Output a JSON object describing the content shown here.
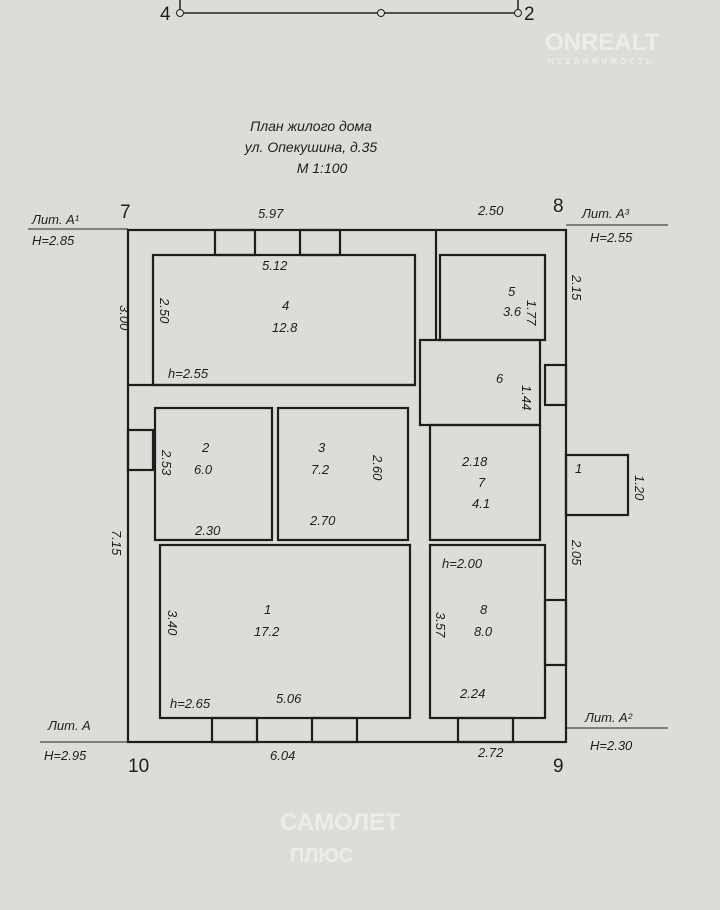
{
  "title": {
    "line1": "План жилого дома",
    "line2": "ул. Опекушина, д.35",
    "scale": "М 1:100"
  },
  "site_points": {
    "left": "4",
    "right": "2"
  },
  "corners": {
    "tl": "7",
    "tr": "8",
    "bl": "10",
    "br": "9"
  },
  "liter_labels": {
    "tl": {
      "name": "Лит. А¹",
      "height": "Н=2.85"
    },
    "tr": {
      "name": "Лит. А³",
      "height": "Н=2.55"
    },
    "bl": {
      "name": "Лит. А",
      "height": "Н=2.95"
    },
    "br": {
      "name": "Лит. А²",
      "height": "Н=2.30"
    }
  },
  "rooms": [
    {
      "num": "4",
      "area": "12.8"
    },
    {
      "num": "5",
      "area": "3.6"
    },
    {
      "num": "6",
      "area": ""
    },
    {
      "num": "2",
      "area": "6.0"
    },
    {
      "num": "3",
      "area": "7.2"
    },
    {
      "num": "7",
      "area": "4.1"
    },
    {
      "num": "1",
      "area": "17.2"
    },
    {
      "num": "8",
      "area": "8.0"
    }
  ],
  "dimensions": {
    "top_left": "5.97",
    "top_right": "2.50",
    "room4_w": "5.12",
    "left_outer_top": "3.00",
    "room4_h": "2.50",
    "room5_h": "1.77",
    "right_outer_top": "2.15",
    "h4": "h=2.55",
    "room2_h": "2.53",
    "room2_w": "2.30",
    "room3_w": "2.70",
    "room3_h": "2.60",
    "room7_w": "2.18",
    "room6_h": "1.44",
    "porch_h": "1.20",
    "porch_num": "1",
    "left_outer": "7.15",
    "room1_h": "3.40",
    "room1_w": "5.06",
    "h1": "h=2.65",
    "h8": "h=2.00",
    "room8_h": "3.57",
    "room8_w": "2.24",
    "right_outer_bottom": "2.05",
    "bottom_left": "6.04",
    "bottom_right": "2.72"
  },
  "watermarks": {
    "onrealt": "ONREALT",
    "onrealt_sub": "НЕДВИЖИМОСТЬ",
    "samolet": "САМОЛЕТ",
    "plus": "ПЛЮС"
  }
}
